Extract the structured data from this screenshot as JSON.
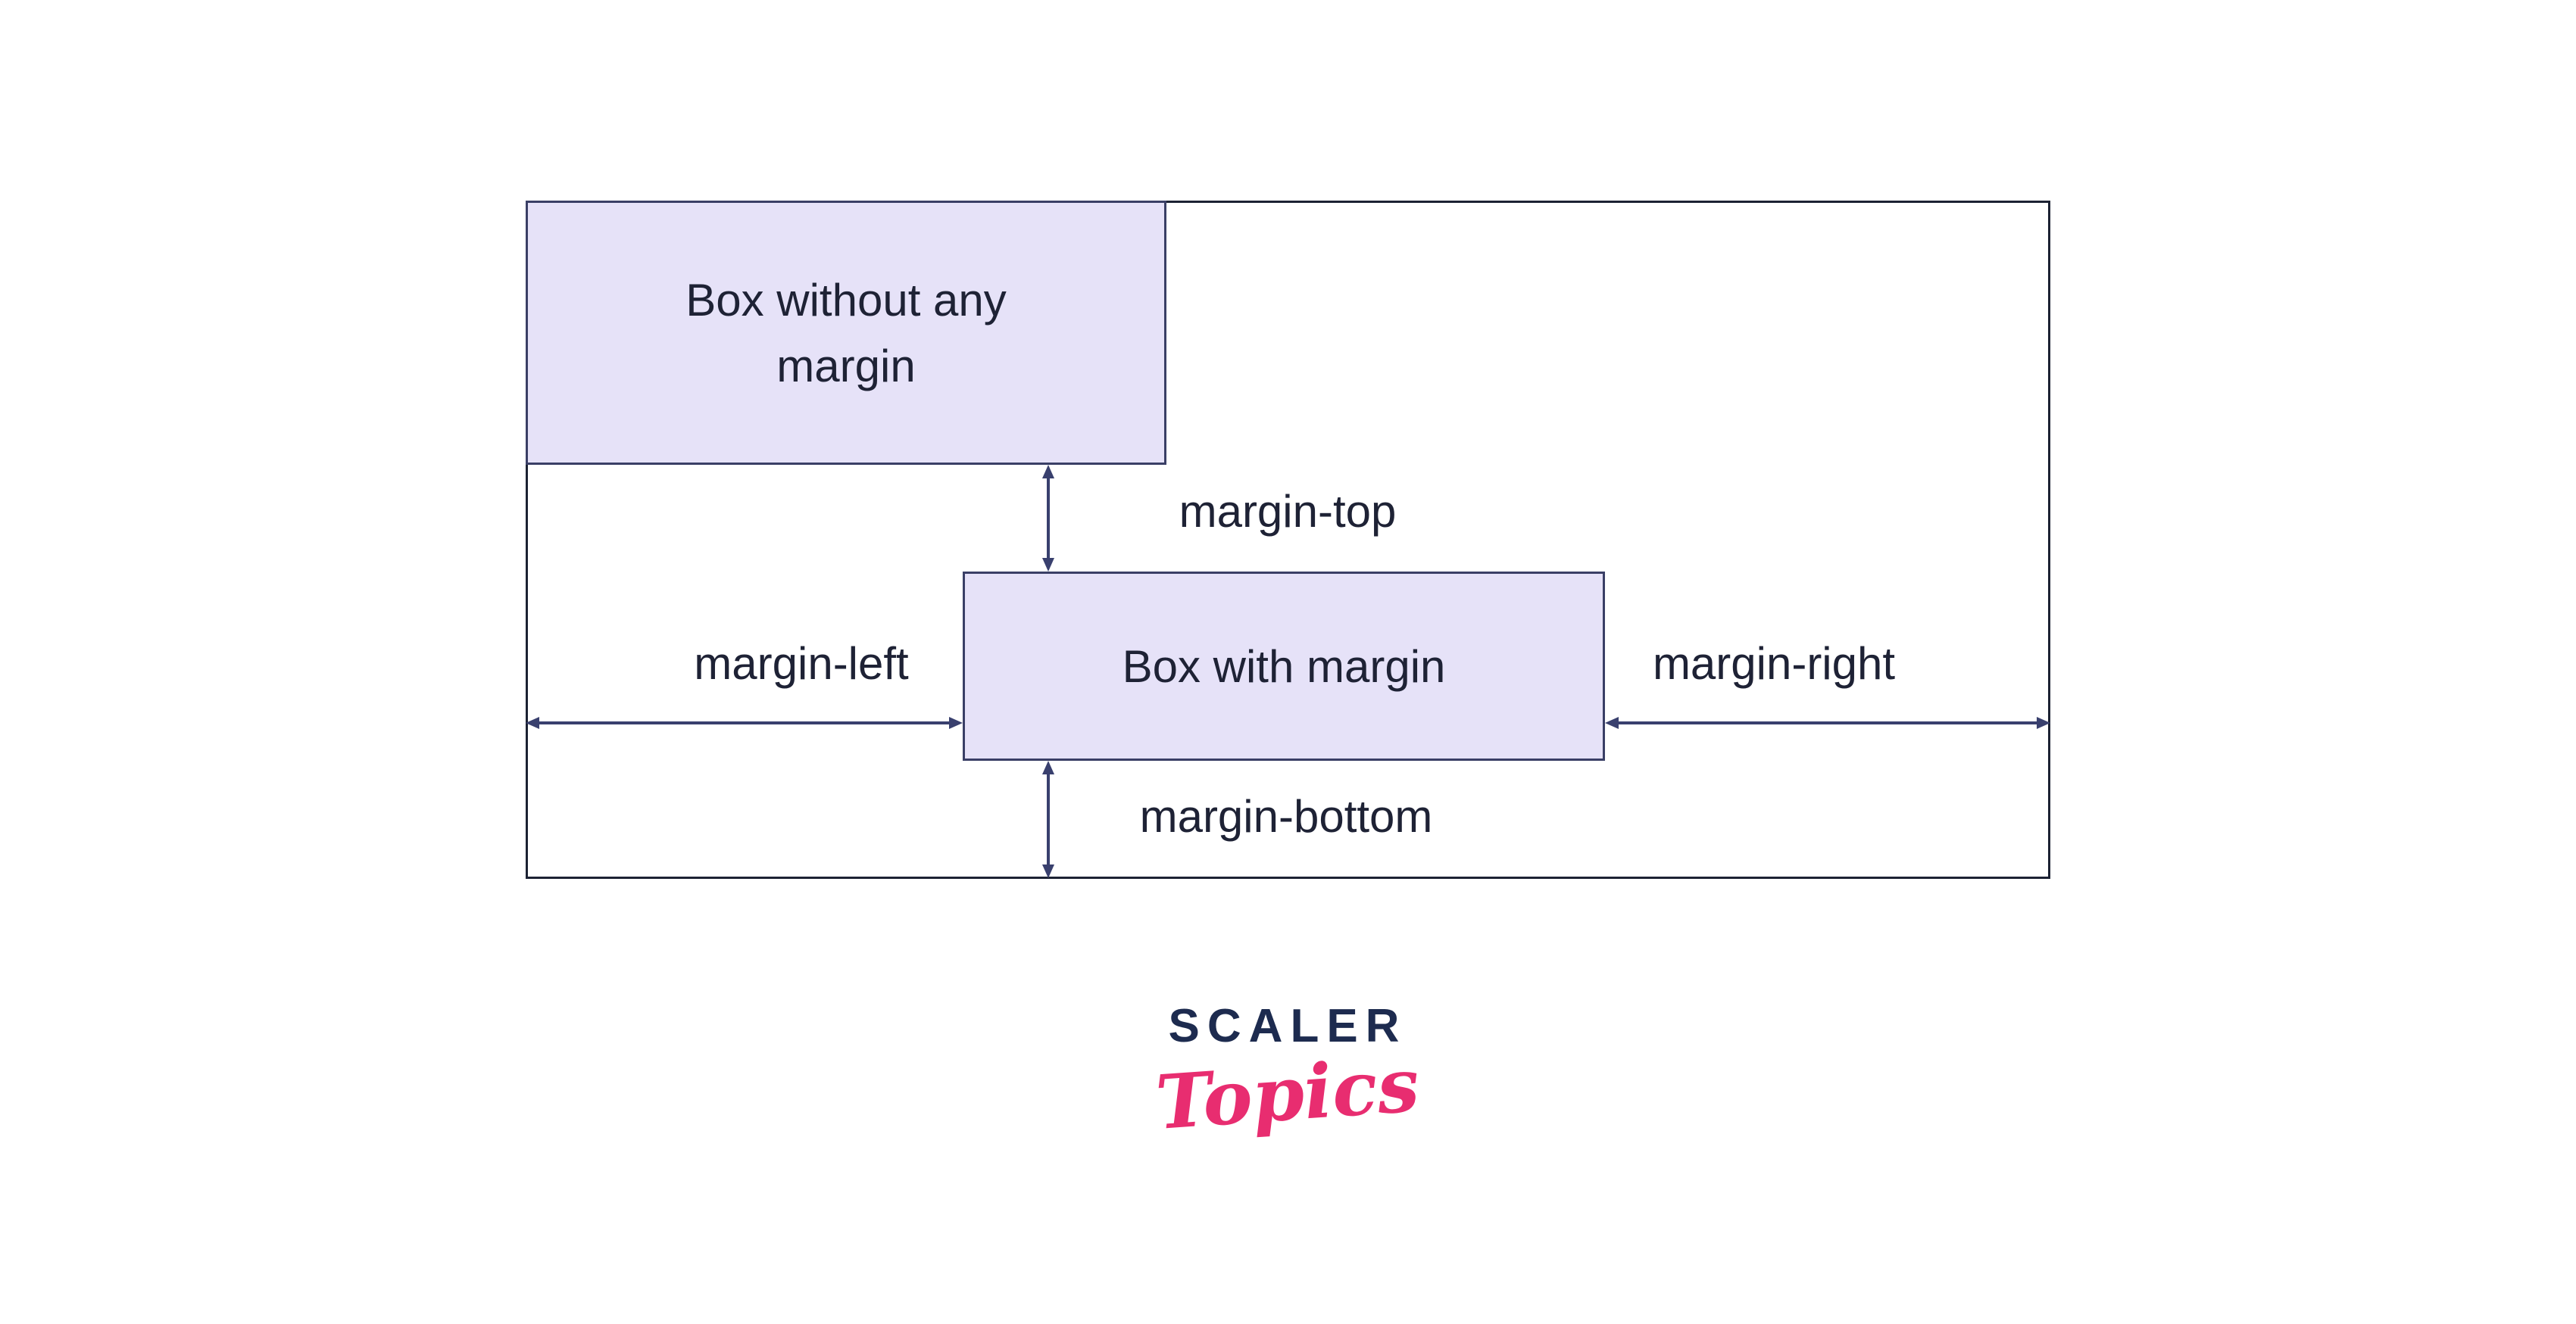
{
  "theme": {
    "background": "#ffffff",
    "box_fill": "#e6e2f8",
    "box_border": "#3a3f66",
    "outer_border": "#1c2233",
    "arrow": "#39406e",
    "text": "#1e2235",
    "logo_primary": "#1d2b4f",
    "logo_secondary": "#e82d70"
  },
  "diagram": {
    "box_without_margin": {
      "label": "Box without any margin"
    },
    "box_with_margin": {
      "label": "Box with margin"
    },
    "margin_labels": {
      "top": "margin-top",
      "left": "margin-left",
      "right": "margin-right",
      "bottom": "margin-bottom"
    }
  },
  "logo": {
    "primary": "SCALER",
    "secondary": "Topics"
  }
}
